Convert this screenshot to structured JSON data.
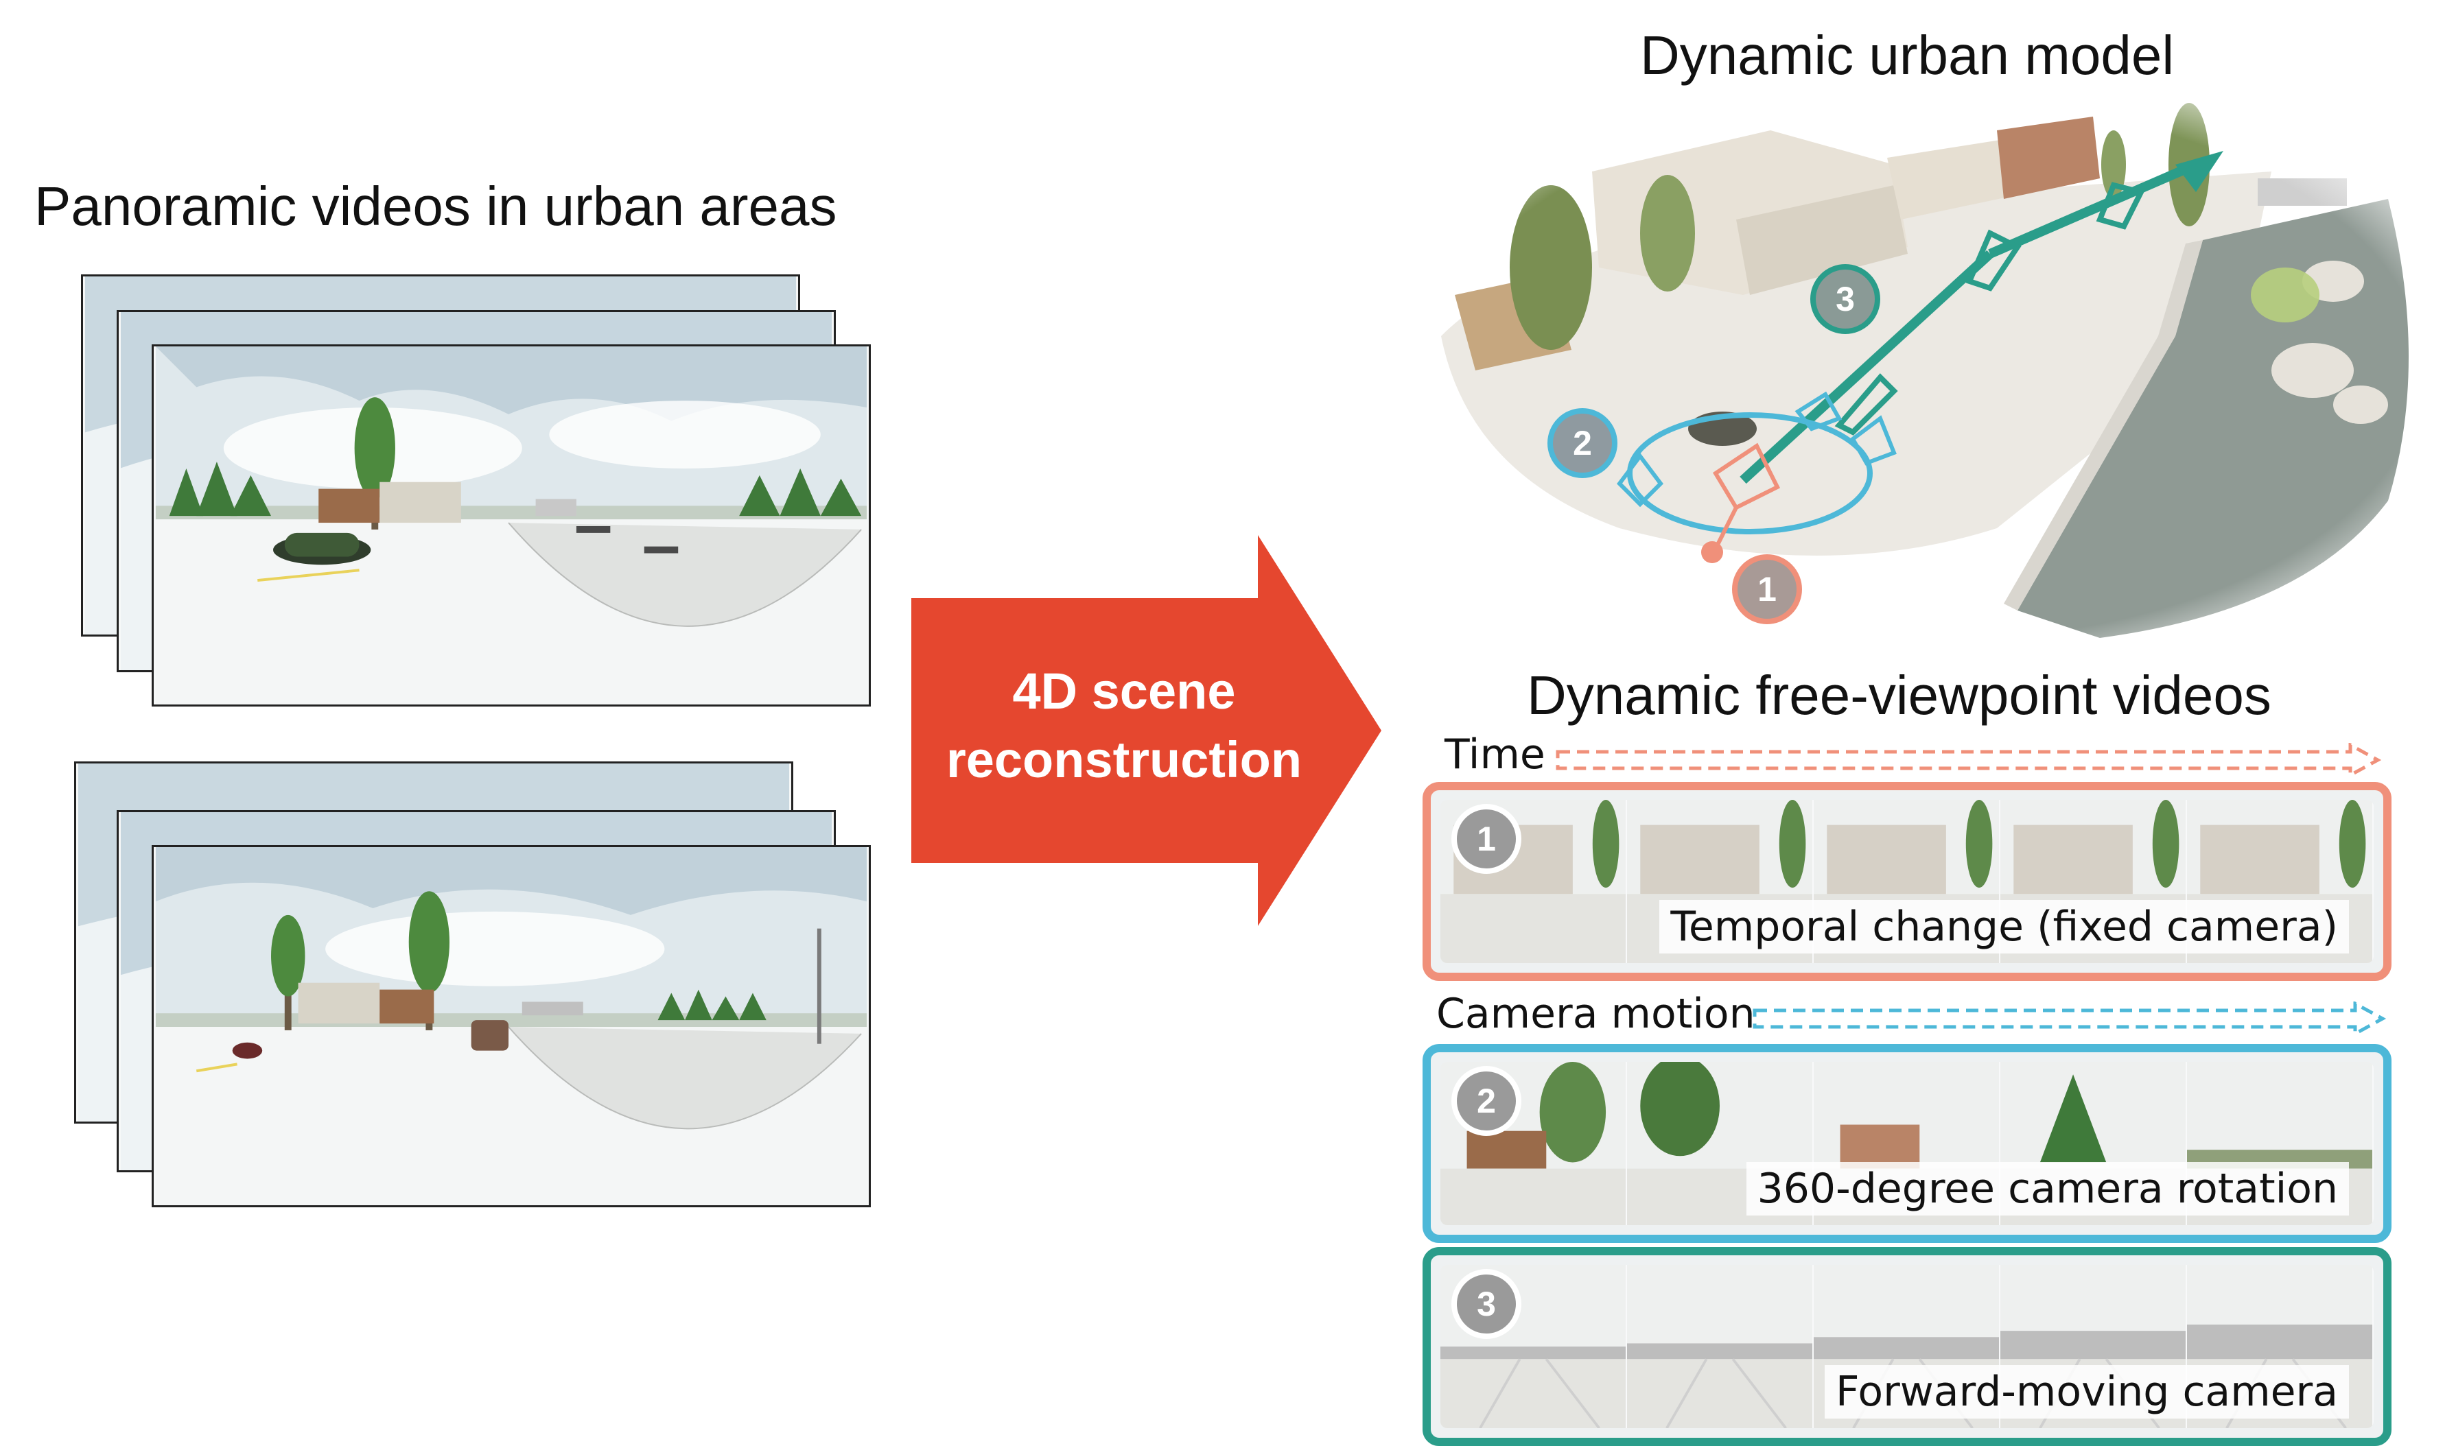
{
  "left": {
    "title": "Panoramic videos in urban areas"
  },
  "center": {
    "arrow_label_line1": "4D scene",
    "arrow_label_line2": "reconstruction",
    "arrow_color": "#e5472f"
  },
  "right": {
    "model_title": "Dynamic urban model",
    "videos_title": "Dynamic free-viewpoint videos",
    "time_label": "Time",
    "camera_motion_label": "Camera motion",
    "markers": [
      "1",
      "2",
      "3"
    ],
    "strips": [
      {
        "badge": "1",
        "label": "Temporal change (fixed camera)",
        "color": "#f0907a"
      },
      {
        "badge": "2",
        "label": "360-degree camera rotation",
        "color": "#4db8d8"
      },
      {
        "badge": "3",
        "label": "Forward-moving camera",
        "color": "#2a9d8a"
      }
    ]
  }
}
